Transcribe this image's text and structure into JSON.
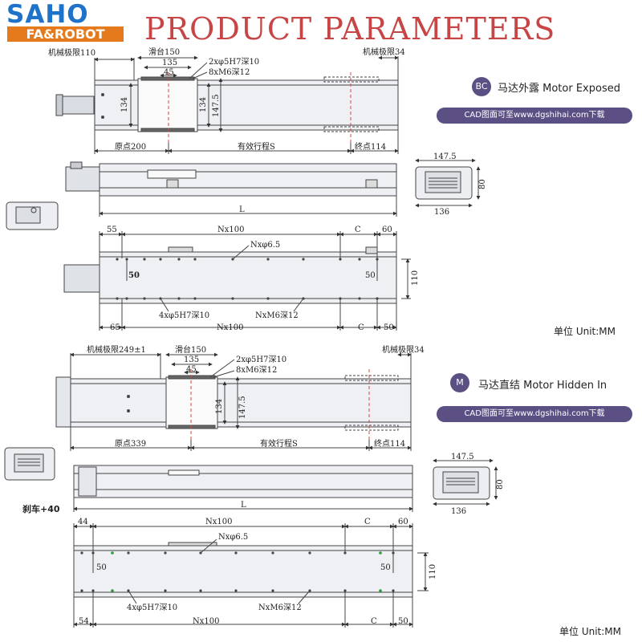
{
  "header": {
    "logo_top": "SAHO",
    "logo_bottom": "FA&ROBOT",
    "title": "PRODUCT PARAMETERS"
  },
  "section_bc": {
    "badge": "BC",
    "label": "马达外露 Motor Exposed",
    "cad_link": "CAD图面可至www.dgshihai.com下载",
    "unit": "单位 Unit:MM",
    "top_view": {
      "left_limit": "机械极限110",
      "slide": "滑台150",
      "dim_135": "135",
      "dim_45": "45",
      "hole_note_1": "2xφ5H7深10",
      "hole_note_2": "8xM6深12",
      "right_limit": "机械极限34",
      "height_134_a": "134",
      "height_134_b": "134",
      "height_147": "147.5",
      "origin": "原点200",
      "stroke": "有效行程S",
      "end": "终点114"
    },
    "side_view": {
      "length": "L",
      "end_width": "147.5",
      "end_height": "80",
      "end_bottom": "136"
    },
    "bottom_view": {
      "left_top": "55",
      "pitch_top": "Nx100",
      "c_top": "C",
      "right_top": "60",
      "hole_top": "Nxφ6.5",
      "inner_left": "50",
      "inner_right": "50",
      "height": "110",
      "hole_bottom_1": "4xφ5H7深10",
      "hole_bottom_2": "NxM6深12",
      "left_bottom": "65",
      "pitch_bottom": "Nx100",
      "c_bottom": "C",
      "right_bottom": "50"
    }
  },
  "section_m": {
    "badge": "M",
    "label": "马达直结 Motor Hidden In",
    "cad_link": "CAD图面可至www.dgshihai.com下载",
    "unit": "单位 Unit:MM",
    "brake": "刹车+40",
    "top_view": {
      "left_limit": "机械极限249±1",
      "slide": "滑台150",
      "dim_135": "135",
      "dim_45": "45",
      "hole_note_1": "2xφ5H7深10",
      "hole_note_2": "8xM6深12",
      "right_limit": "机械极限34",
      "height_134": "134",
      "height_147": "147.5",
      "origin": "原点339",
      "stroke": "有效行程S",
      "end": "终点114"
    },
    "side_view": {
      "length": "L",
      "end_width": "147.5",
      "end_height": "80",
      "end_bottom": "136"
    },
    "bottom_view": {
      "left_top": "44",
      "pitch_top": "Nx100",
      "c_top": "C",
      "right_top": "60",
      "hole_top": "Nxφ6.5",
      "inner_left": "50",
      "inner_right": "50",
      "height": "110",
      "hole_bottom_1": "4xφ5H7深10",
      "hole_bottom_2": "NxM6深12",
      "left_bottom": "54",
      "pitch_bottom": "Nx100",
      "c_bottom": "C",
      "right_bottom": "50"
    }
  }
}
